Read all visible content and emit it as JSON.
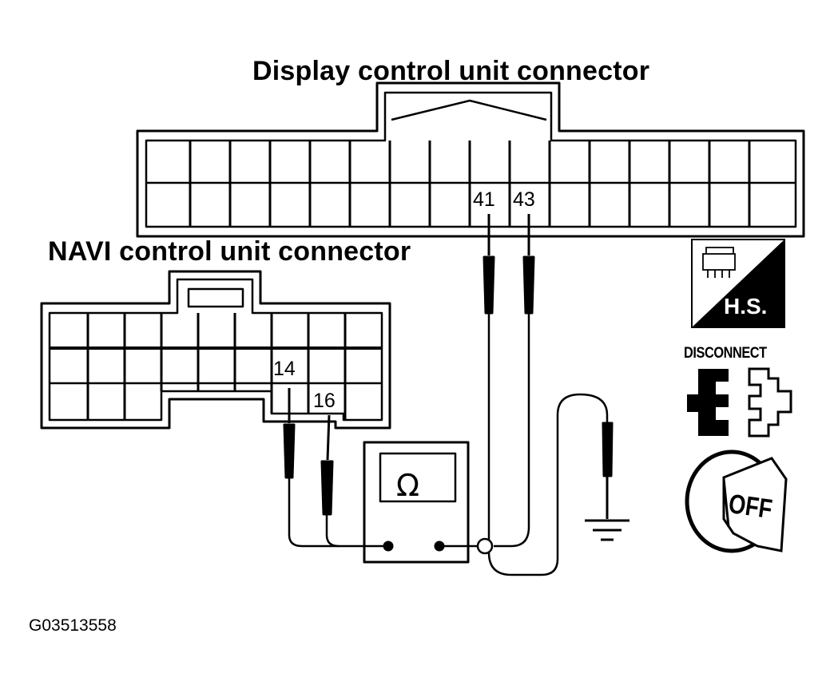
{
  "display_connector": {
    "title": "Display control unit connector",
    "pins": [
      "41",
      "43"
    ]
  },
  "navi_connector": {
    "title": "NAVI control unit connector",
    "pins": [
      "14",
      "16"
    ]
  },
  "meter": {
    "symbol": "Ω"
  },
  "icons": {
    "harness_side": {
      "label": "H.S.",
      "icon": "harness-side-icon"
    },
    "disconnect": {
      "label": "DISCONNECT",
      "icon": "disconnect-connector-icon"
    },
    "ignition": {
      "label": "OFF",
      "icon": "ignition-key-off-icon"
    },
    "ground": {
      "icon": "ground-symbol-icon"
    }
  },
  "figure_id": "G03513558",
  "colors": {
    "ink": "#000000",
    "paper": "#ffffff"
  }
}
